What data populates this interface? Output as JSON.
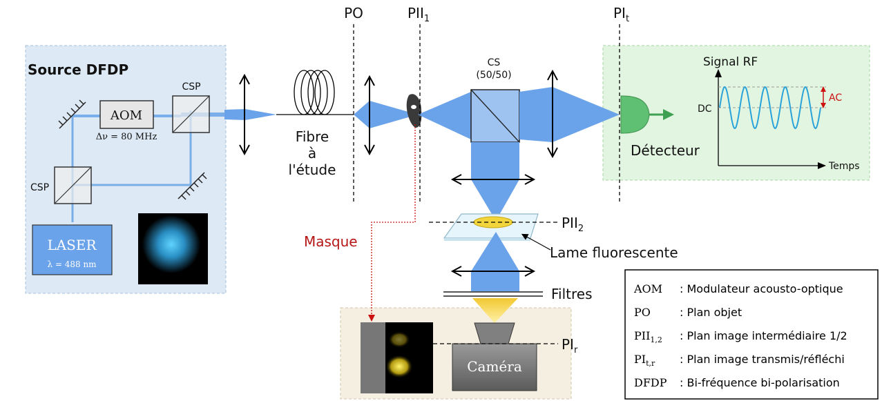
{
  "source": {
    "title": "Source DFDP",
    "aom_label": "AOM",
    "aom_freq": "Δν = 80 MHz",
    "csp_top": "CSP",
    "csp_left": "CSP",
    "laser_label": "LASER",
    "laser_wavelength": "λ  = 488 nm"
  },
  "fiber": {
    "line1": "Fibre",
    "line2": "à",
    "line3": "l'étude"
  },
  "planes": {
    "po": "PO",
    "pii1_base": "PII",
    "pii1_sub": "1",
    "pit_base": "PI",
    "pit_sub": "t",
    "pii2_base": "PII",
    "pii2_sub": "2",
    "pir_base": "PI",
    "pir_sub": "r"
  },
  "splitter": {
    "label": "CS",
    "ratio": "(50/50)"
  },
  "mask_label": "Masque",
  "fluorescent_label": "Lame fluorescente",
  "filters_label": "Filtres",
  "camera_label": "Caméra",
  "detector": {
    "label": "Détecteur",
    "signal_title": "Signal RF",
    "dc": "DC",
    "ac": "AC",
    "time_axis": "Temps"
  },
  "legend": [
    {
      "abbr": "AOM",
      "abbr_sub": "",
      "desc": ": Modulateur acousto-optique"
    },
    {
      "abbr": "PO",
      "abbr_sub": "",
      "desc": ": Plan objet"
    },
    {
      "abbr": "PII",
      "abbr_sub": "1,2",
      "desc": ": Plan image intermédiaire 1/2"
    },
    {
      "abbr": "PI",
      "abbr_sub": "t,r",
      "desc": ": Plan image transmis/réfléchi"
    },
    {
      "abbr": "DFDP",
      "abbr_sub": "",
      "desc": ": Bi-fréquence bi-polarisation"
    }
  ],
  "colors": {
    "beam": "#6ba3ea",
    "beam_dark": "#4a86dc",
    "source_panel": "#dde9f4",
    "detector_panel": "#e2f5e0",
    "camera_panel": "#f4efe0",
    "detector_fill": "#5fbf72",
    "wave": "#29a3d8",
    "mask_red": "#cc1111",
    "fluo_yellow": "#f2d53a"
  }
}
